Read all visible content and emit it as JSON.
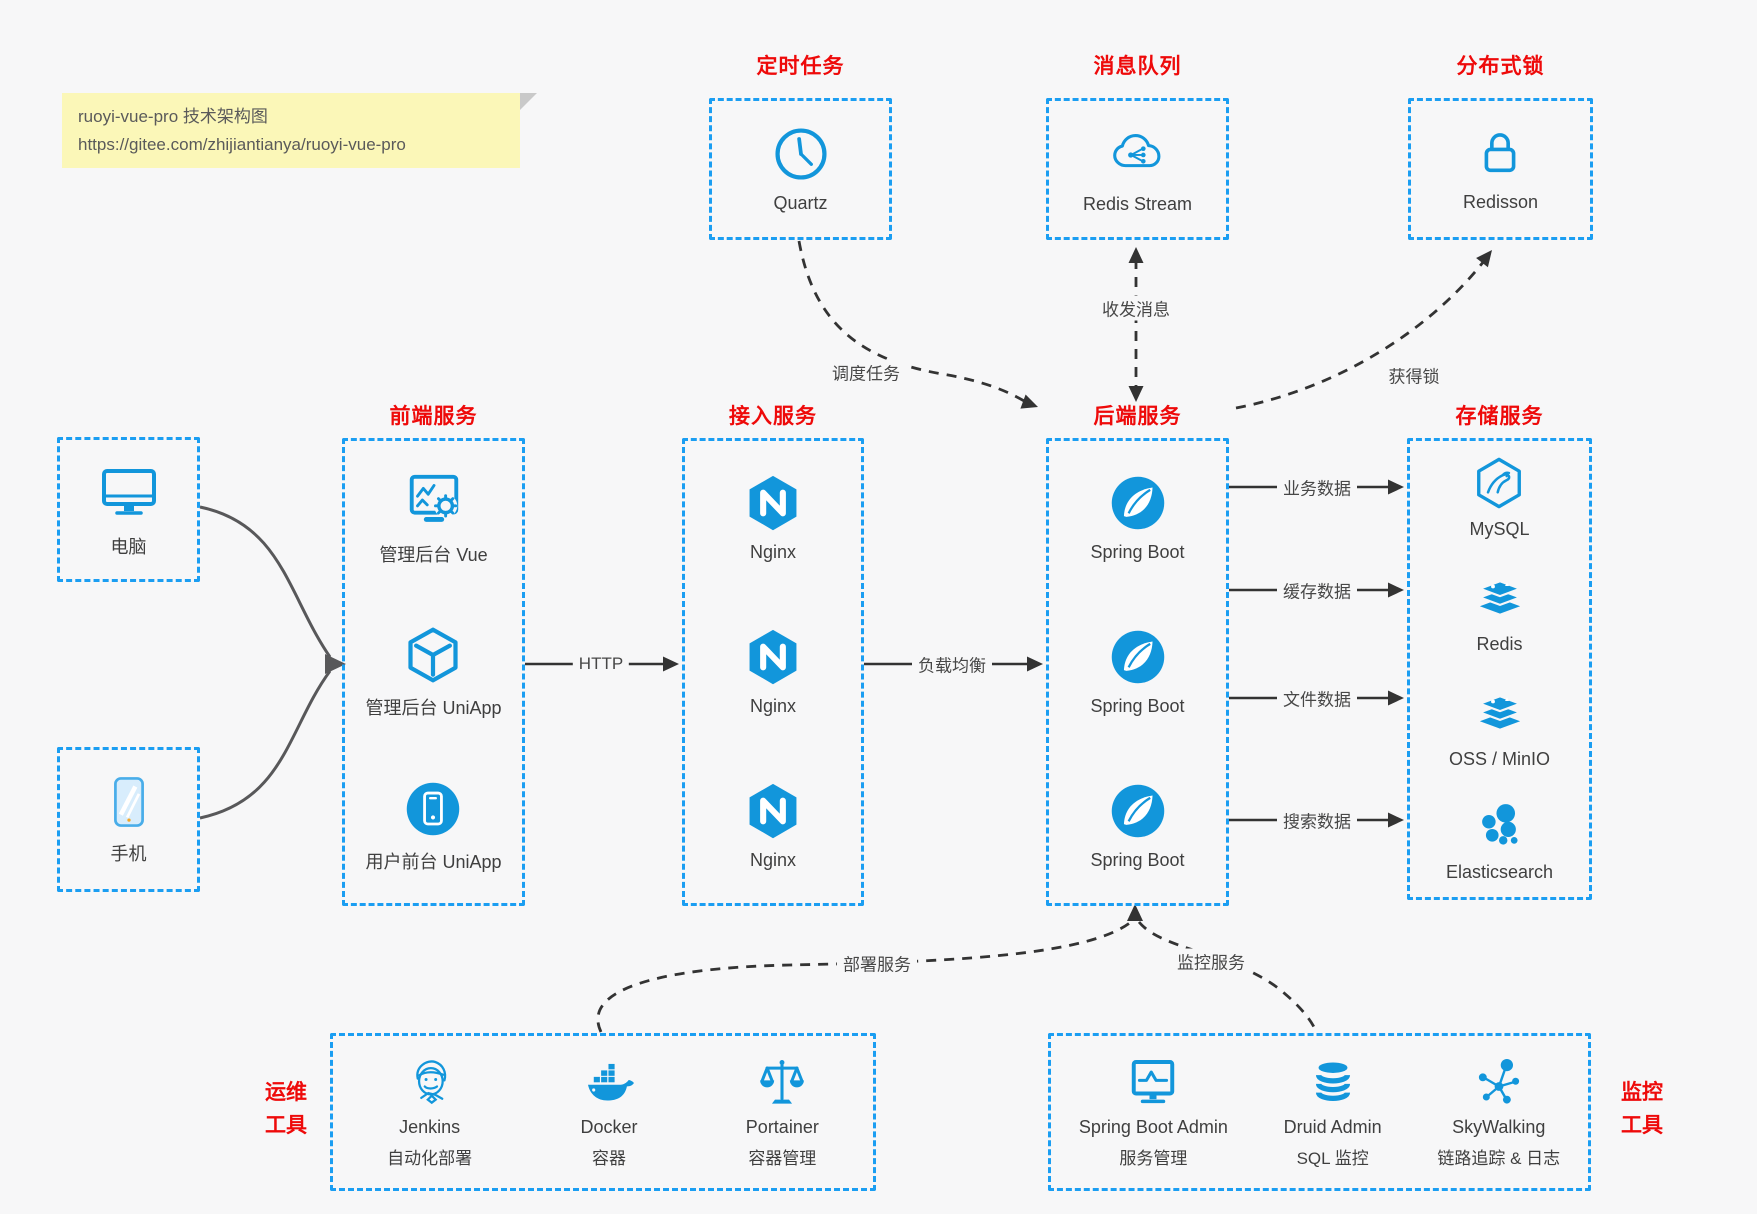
{
  "note": {
    "title": "ruoyi-vue-pro 技术架构图",
    "url": "https://gitee.com/zhijiantianya/ruoyi-vue-pro"
  },
  "top_groups": [
    {
      "title": "定时任务",
      "item": {
        "label": "Quartz",
        "icon": "clock-icon"
      }
    },
    {
      "title": "消息队列",
      "item": {
        "label": "Redis Stream",
        "icon": "cloud-stream-icon"
      }
    },
    {
      "title": "分布式锁",
      "item": {
        "label": "Redisson",
        "icon": "padlock-icon"
      }
    }
  ],
  "clients": [
    {
      "label": "电脑",
      "icon": "desktop-icon"
    },
    {
      "label": "手机",
      "icon": "smartphone-icon"
    }
  ],
  "columns": [
    {
      "title": "前端服务",
      "items": [
        {
          "label": "管理后台 Vue",
          "icon": "admin-screen-gear-icon"
        },
        {
          "label": "管理后台 UniApp",
          "icon": "cube-icon"
        },
        {
          "label": "用户前台 UniApp",
          "icon": "mobile-app-icon"
        }
      ]
    },
    {
      "title": "接入服务",
      "items": [
        {
          "label": "Nginx",
          "icon": "nginx-icon"
        },
        {
          "label": "Nginx",
          "icon": "nginx-icon"
        },
        {
          "label": "Nginx",
          "icon": "nginx-icon"
        }
      ]
    },
    {
      "title": "后端服务",
      "items": [
        {
          "label": "Spring Boot",
          "icon": "spring-leaf-icon"
        },
        {
          "label": "Spring Boot",
          "icon": "spring-leaf-icon"
        },
        {
          "label": "Spring Boot",
          "icon": "spring-leaf-icon"
        }
      ]
    },
    {
      "title": "存储服务",
      "items": [
        {
          "label": "MySQL",
          "icon": "mysql-dolphin-icon"
        },
        {
          "label": "Redis",
          "icon": "redis-stack-icon"
        },
        {
          "label": "OSS / MinIO",
          "icon": "storage-stack-icon"
        },
        {
          "label": "Elasticsearch",
          "icon": "elasticsearch-cluster-icon"
        }
      ]
    }
  ],
  "bottom_groups": [
    {
      "title_lines": [
        "运维",
        "工具"
      ],
      "items": [
        {
          "name": "Jenkins",
          "desc": "自动化部署",
          "icon": "jenkins-butler-icon"
        },
        {
          "name": "Docker",
          "desc": "容器",
          "icon": "docker-whale-icon"
        },
        {
          "name": "Portainer",
          "desc": "容器管理",
          "icon": "scales-icon"
        }
      ]
    },
    {
      "title_lines": [
        "监控",
        "工具"
      ],
      "items": [
        {
          "name": "Spring Boot Admin",
          "desc": "服务管理",
          "icon": "monitor-chart-icon"
        },
        {
          "name": "Druid Admin",
          "desc": "SQL 监控",
          "icon": "database-icon"
        },
        {
          "name": "SkyWalking",
          "desc": "链路追踪 & 日志",
          "icon": "topology-icon"
        }
      ]
    }
  ],
  "edges": {
    "http": "HTTP",
    "load_balance": "负载均衡",
    "business_data": "业务数据",
    "cache_data": "缓存数据",
    "file_data": "文件数据",
    "search_data": "搜索数据",
    "schedule_task": "调度任务",
    "send_receive_message": "收发消息",
    "acquire_lock": "获得锁",
    "deploy_service": "部署服务",
    "monitor_service": "监控服务"
  },
  "colors": {
    "box_border": "#1b9ef2",
    "icon_blue": "#1296db",
    "title_red": "#ee0a0a",
    "connector_dark": "#333333",
    "client_arrow_gray": "#58585a",
    "note_bg": "#fbf7b8",
    "page_bg": "#f7f7f8"
  }
}
